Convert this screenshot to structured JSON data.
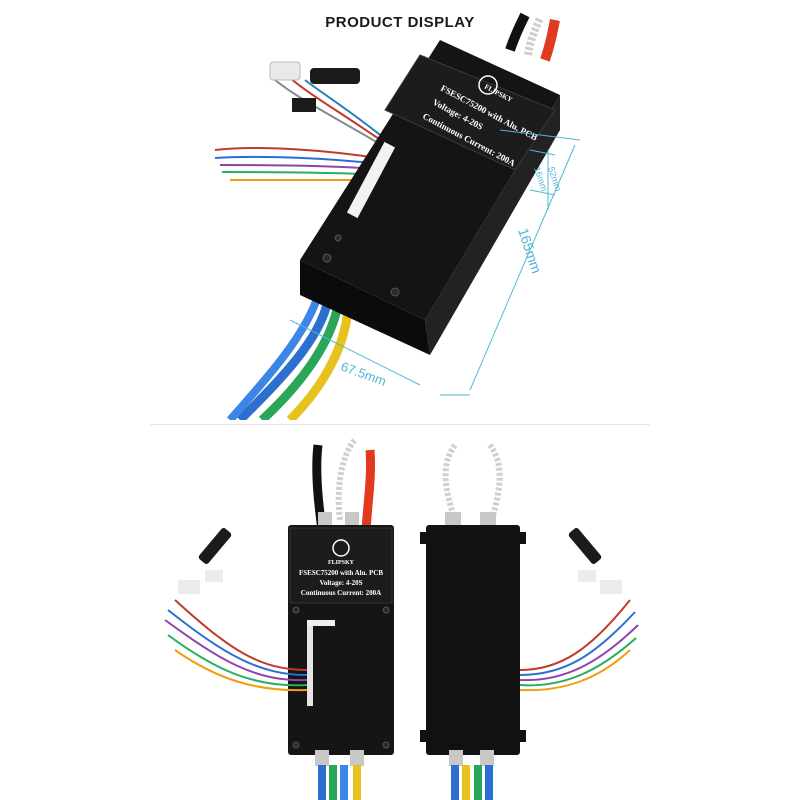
{
  "page": {
    "title": "PRODUCT DISPLAY"
  },
  "product": {
    "brand": "FLIPSKY",
    "model_line": "FSESC75200 with Alu. PCB",
    "voltage_line": "Voltage: 4-20S",
    "current_line": "Continuous Current: 200A"
  },
  "dimensions": {
    "length": "165mm",
    "width": "67.5mm",
    "height_1": "52mm",
    "height_2": "16mm"
  },
  "colors": {
    "case": "#141414",
    "dimension_line": "#4fb8d6",
    "wire_blue": "#2c6fd1",
    "wire_green": "#2aa55a",
    "wire_yellow": "#e7c21d",
    "wire_red": "#e23a1e"
  }
}
